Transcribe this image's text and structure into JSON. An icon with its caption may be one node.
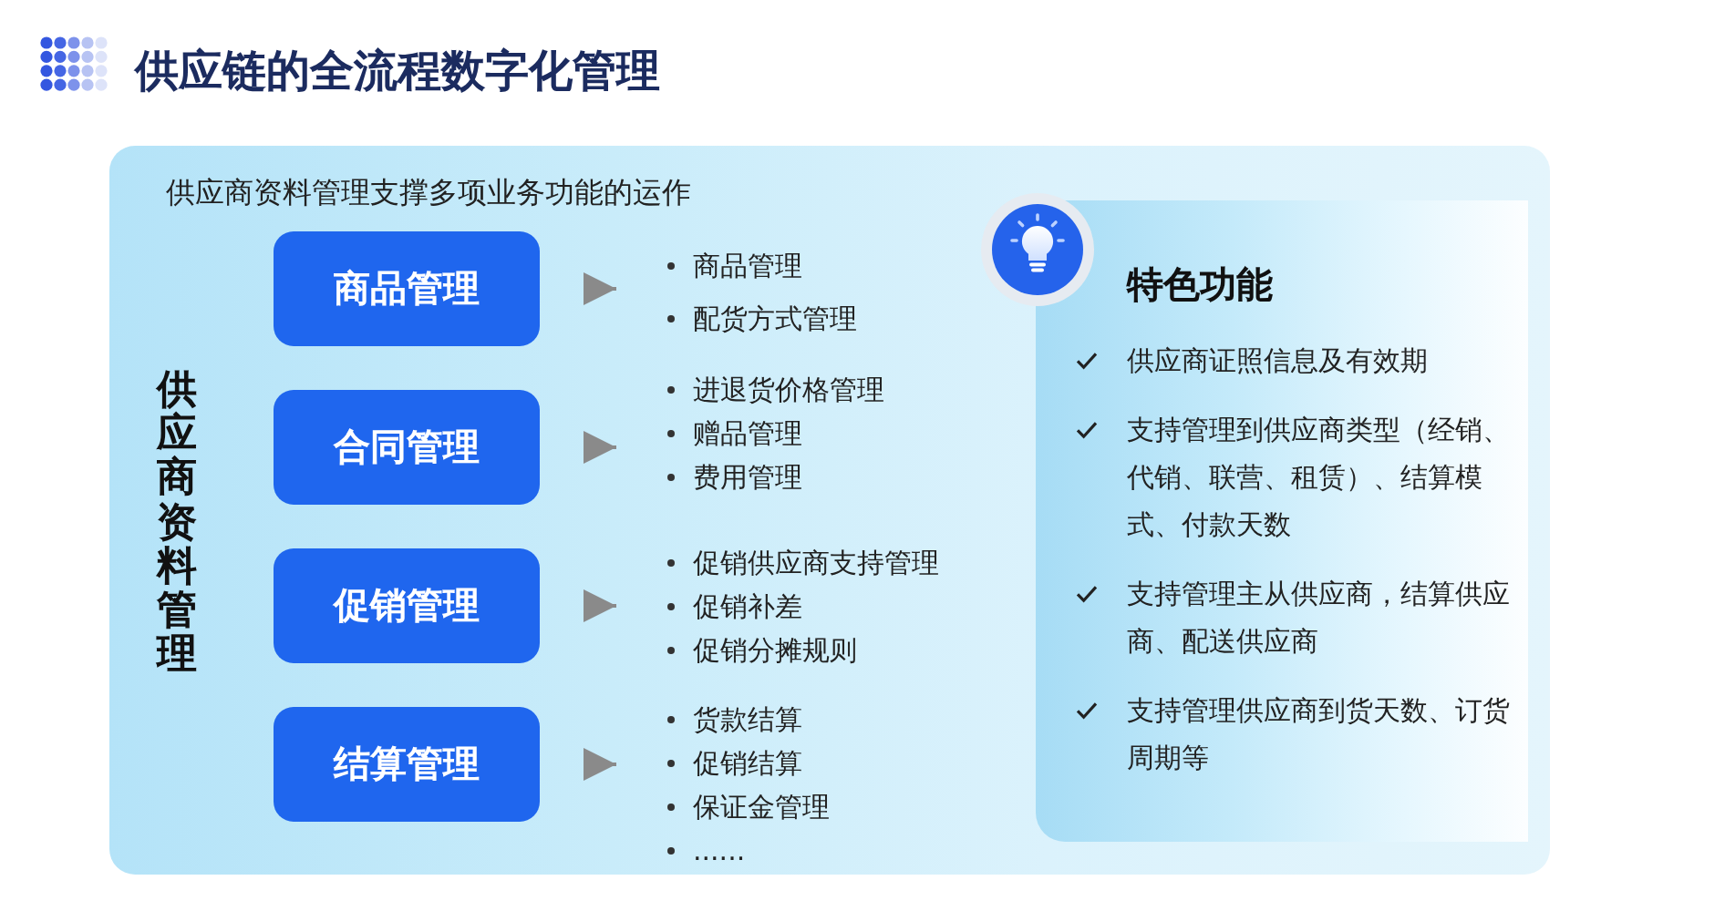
{
  "diagram": {
    "title": "供应链的全流程数字化管理",
    "nodes": [
      {
        "text": [
          "供应商资料管理支撑多项业务功能的运作",
          "供应商资料管理"
        ]
      },
      {
        "text": [
          "商品管理"
        ],
        "in": 0
      },
      {
        "text": [
          "合同管理"
        ],
        "in": 0
      },
      {
        "text": [
          "促销管理"
        ],
        "in": 0
      },
      {
        "text": [
          "结算管理"
        ],
        "in": 0
      },
      {
        "text": [
          "商品管理",
          "配货方式管理"
        ],
        "in": 0
      },
      {
        "text": [
          "进退货价格管理",
          "赠品管理",
          "费用管理"
        ],
        "in": 0
      },
      {
        "text": [
          "促销供应商支持管理",
          "促销补差",
          "促销分摊规则"
        ],
        "in": 0
      },
      {
        "text": [
          "货款结算",
          "促销结算",
          "保证金管理",
          "......"
        ],
        "in": 0
      },
      {
        "text": [
          "特色功能",
          "供应商证照信息及有效期",
          "支持管理到供应商类型（经销、代销、联营、租赁）、结算模式、付款天数",
          "支持管理主从供应商，结算供应商、配送供应商",
          "支持管理供应商到货天数、订货周期等"
        ],
        "in": 0
      }
    ],
    "edges": [
      {
        "from": 1,
        "to": 5,
        "arrow": "to"
      },
      {
        "from": 2,
        "to": 6,
        "arrow": "to"
      },
      {
        "from": 3,
        "to": 7,
        "arrow": "to"
      },
      {
        "from": 4,
        "to": 8,
        "arrow": "to"
      }
    ]
  }
}
